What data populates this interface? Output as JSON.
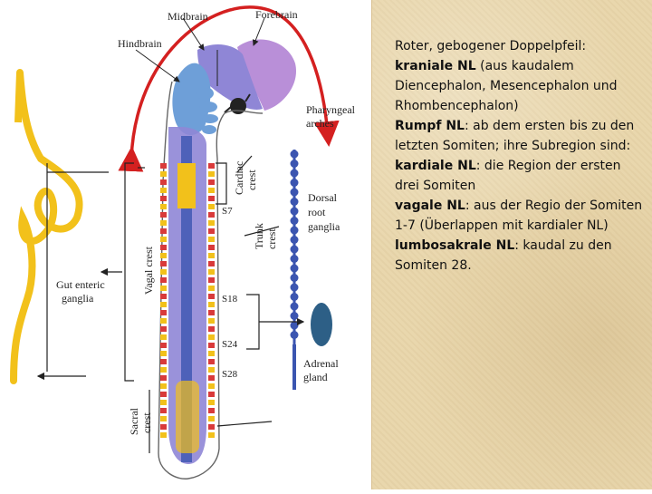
{
  "figure": {
    "labels": {
      "midbrain": "Midbrain",
      "forebrain": "Forebrain",
      "hindbrain": "Hindbrain",
      "pharyngeal_1": "Pharyngeal",
      "pharyngeal_2": "arches",
      "cardiac_1": "Cardiac",
      "cardiac_2": "crest",
      "dorsal_1": "Dorsal",
      "dorsal_2": "root",
      "dorsal_3": "ganglia",
      "trunk_1": "Trunk",
      "trunk_2": "crest",
      "vagal": "Vagal crest",
      "gut_1": "Gut enteric",
      "gut_2": "ganglia",
      "s7": "S7",
      "s18": "S18",
      "s24": "S24",
      "s28": "S28",
      "adrenal_1": "Adrenal",
      "adrenal_2": "gland",
      "sacral_1": "Sacral",
      "sacral_2": "crest"
    },
    "colors": {
      "arrow": "#d42020",
      "forebrain": "#b98fd8",
      "midbrain": "#8f86d6",
      "hindbrain": "#6e9fd8",
      "cord": "#3b55b0",
      "gut": "#f2c11b",
      "adrenal": "#2d5f86",
      "somite": "#d93a3a"
    }
  },
  "notes": {
    "l1": "Roter, gebogener Doppelpfeil:",
    "l2_key": "kraniale NL",
    "l2_rest": " (aus kaudalem Diencephalon, Mesencephalon und Rhombencephalon)",
    "l3_key": "Rumpf NL",
    "l3_rest": ": ab dem ersten bis zu den letzten Somiten; ihre Subregion sind:",
    "l4_key": "kardiale NL",
    "l4_rest": ": die Region der ersten drei Somiten",
    "l5_key": "vagale NL",
    "l5_rest": ": aus der Regio der Somiten 1-7 (Überlappen mit kardialer NL)",
    "l6_key": "lumbosakrale NL",
    "l6_rest": ": kaudal zu den Somiten 28."
  }
}
